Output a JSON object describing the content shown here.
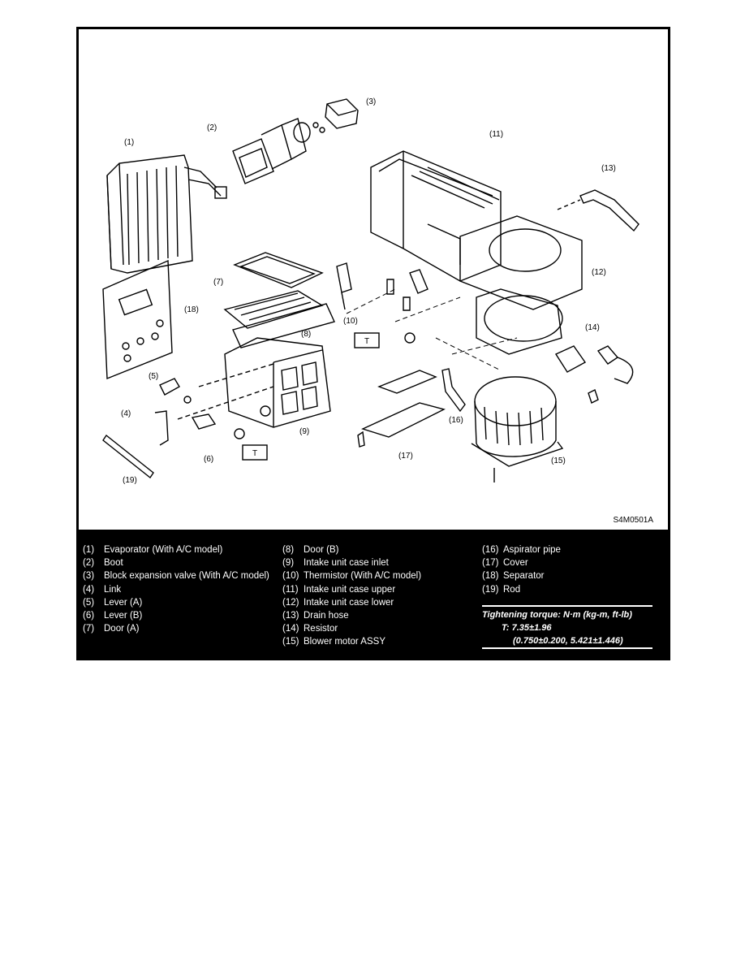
{
  "diagram": {
    "callouts": [
      "(1)",
      "(2)",
      "(3)",
      "(4)",
      "(5)",
      "(6)",
      "(7)",
      "(8)",
      "(9)",
      "(10)",
      "(11)",
      "(12)",
      "(13)",
      "(14)",
      "(15)",
      "(16)",
      "(17)",
      "(18)",
      "(19)"
    ],
    "tightening_mark": "T",
    "figure_code": "S4M0501A"
  },
  "legend": {
    "column1": [
      {
        "num": "(1)",
        "text": "Evaporator (With A/C model)"
      },
      {
        "num": "(2)",
        "text": "Boot"
      },
      {
        "num": "(3)",
        "text": "Block expansion valve (With A/C model)"
      },
      {
        "num": "(4)",
        "text": "Link"
      },
      {
        "num": "(5)",
        "text": "Lever (A)"
      },
      {
        "num": "(6)",
        "text": "Lever (B)"
      },
      {
        "num": "(7)",
        "text": "Door (A)"
      }
    ],
    "column2": [
      {
        "num": "(8)",
        "text": "Door (B)"
      },
      {
        "num": "(9)",
        "text": "Intake unit case inlet"
      },
      {
        "num": "(10)",
        "text": "Thermistor (With A/C model)"
      },
      {
        "num": "(11)",
        "text": "Intake unit case upper"
      },
      {
        "num": "(12)",
        "text": "Intake unit case lower"
      },
      {
        "num": "(13)",
        "text": "Drain hose"
      },
      {
        "num": "(14)",
        "text": "Resistor"
      },
      {
        "num": "(15)",
        "text": "Blower motor ASSY"
      }
    ],
    "column3": [
      {
        "num": "(16)",
        "text": "Aspirator pipe"
      },
      {
        "num": "(17)",
        "text": "Cover"
      },
      {
        "num": "(18)",
        "text": "Separator"
      },
      {
        "num": "(19)",
        "text": "Rod"
      }
    ]
  },
  "torque": {
    "heading": "Tightening torque: N·m (kg-m, ft-lb)",
    "value": "T: 7.35±1.96",
    "conversion": "(0.750±0.200, 5.421±1.446)"
  }
}
